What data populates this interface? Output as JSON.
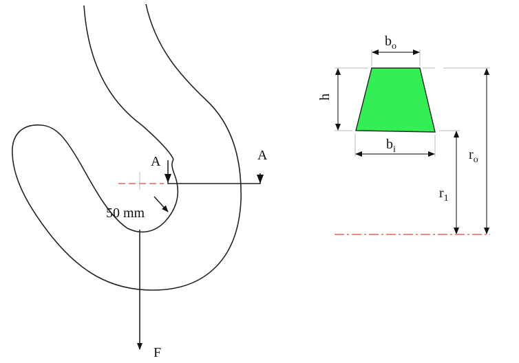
{
  "hook": {
    "section_label_left": "A",
    "section_label_right": "A",
    "radius_label": "50 mm",
    "force_label": "F"
  },
  "section": {
    "top_width_base": "b",
    "top_width_sub": "o",
    "height_label": "h",
    "bottom_width_base": "b",
    "bottom_width_sub": "i",
    "outer_radius_base": "r",
    "outer_radius_sub": "o",
    "inner_radius_base": "r",
    "inner_radius_sub": "1",
    "fill_color": "#33ee55",
    "centerline_color": "#e88a8a"
  }
}
